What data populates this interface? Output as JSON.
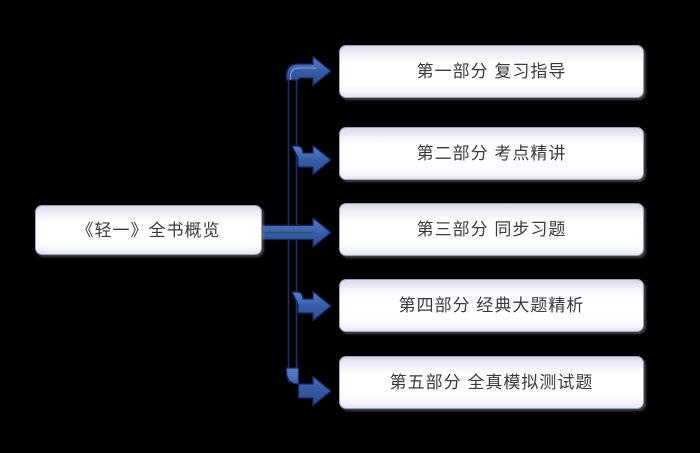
{
  "diagram": {
    "title": "《轻一》全书概览",
    "type": "horizontal-tree",
    "background_color": "#000000",
    "root": {
      "label": "《轻一》全书概览"
    },
    "children": [
      {
        "label": "第一部分 复习指导"
      },
      {
        "label": "第二部分 考点精讲"
      },
      {
        "label": "第三部分 同步习题"
      },
      {
        "label": "第四部分 经典大题精析"
      },
      {
        "label": "第五部分 全真模拟测试题"
      }
    ],
    "colors": {
      "connector_stroke": "#1f3f8f",
      "connector_fill": "#4a6fbd",
      "node_border": "#9aa0bd",
      "node_text": "#3a3a3a",
      "node_fill": "#ffffff",
      "node_shadow": "#787882"
    },
    "connector_style": "bent-block-arrow"
  }
}
